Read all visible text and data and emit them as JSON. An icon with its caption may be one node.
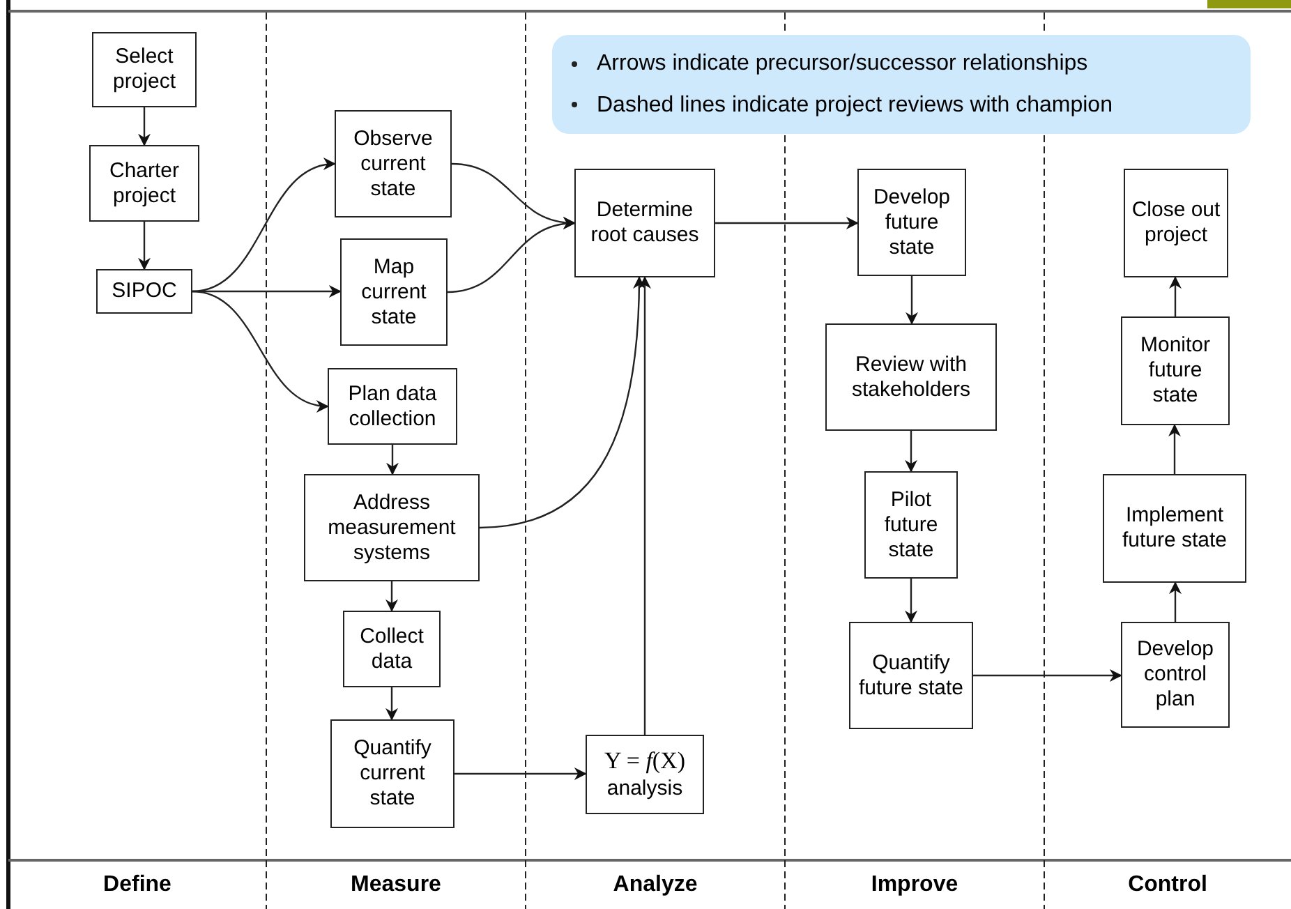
{
  "diagram": {
    "nodes": [
      {
        "text": [
          "Select project"
        ]
      },
      {
        "text": [
          "Charter project"
        ]
      },
      {
        "text": [
          "SIPOC"
        ]
      },
      {
        "text": [
          "Observe current state"
        ]
      },
      {
        "text": [
          "Map current state"
        ]
      },
      {
        "text": [
          "Plan data collection"
        ]
      },
      {
        "text": [
          "Address measurement systems"
        ]
      },
      {
        "text": [
          "Collect data"
        ]
      },
      {
        "text": [
          "Quantify current state"
        ]
      },
      {
        "text": [
          "Determine root causes"
        ]
      },
      {
        "text": [
          "Y = *f*(X)",
          "analysis"
        ]
      },
      {
        "text": [
          "Develop future state"
        ]
      },
      {
        "text": [
          "Review with stakeholders"
        ]
      },
      {
        "text": [
          "Pilot future state"
        ]
      },
      {
        "text": [
          "Quantify future state"
        ]
      },
      {
        "text": [
          "Develop control plan"
        ]
      },
      {
        "text": [
          "Implement future state"
        ]
      },
      {
        "text": [
          "Monitor future state"
        ]
      },
      {
        "text": [
          "Close out project"
        ]
      },
      {
        "text": [
          "Arrows indicate precursor/successor relationships",
          "Dashed lines indicate project reviews with champion"
        ]
      }
    ],
    "edges": [
      {
        "from": 0,
        "to": 1,
        "arrow": "to"
      },
      {
        "from": 1,
        "to": 2,
        "arrow": "to"
      },
      {
        "from": 2,
        "to": 3,
        "arrow": "to"
      },
      {
        "from": 2,
        "to": 4,
        "arrow": "to"
      },
      {
        "from": 2,
        "to": 5,
        "arrow": "to"
      },
      {
        "from": 3,
        "to": 9,
        "arrow": "to"
      },
      {
        "from": 4,
        "to": 9,
        "arrow": "to"
      },
      {
        "from": 5,
        "to": 6,
        "arrow": "to"
      },
      {
        "from": 6,
        "to": 9,
        "arrow": "to"
      },
      {
        "from": 6,
        "to": 7,
        "arrow": "to"
      },
      {
        "from": 7,
        "to": 8,
        "arrow": "to"
      },
      {
        "from": 8,
        "to": 10,
        "arrow": "to"
      },
      {
        "from": 10,
        "to": 9,
        "arrow": "to"
      },
      {
        "from": 9,
        "to": 11,
        "arrow": "to"
      },
      {
        "from": 11,
        "to": 12,
        "arrow": "to"
      },
      {
        "from": 12,
        "to": 13,
        "arrow": "to"
      },
      {
        "from": 13,
        "to": 14,
        "arrow": "to"
      },
      {
        "from": 14,
        "to": 15,
        "arrow": "to"
      },
      {
        "from": 15,
        "to": 16,
        "arrow": "to"
      },
      {
        "from": 16,
        "to": 17,
        "arrow": "to"
      },
      {
        "from": 17,
        "to": 18,
        "arrow": "to"
      }
    ],
    "labels": [
      "Define",
      "Measure",
      "Analyze",
      "Improve",
      "Control"
    ]
  }
}
